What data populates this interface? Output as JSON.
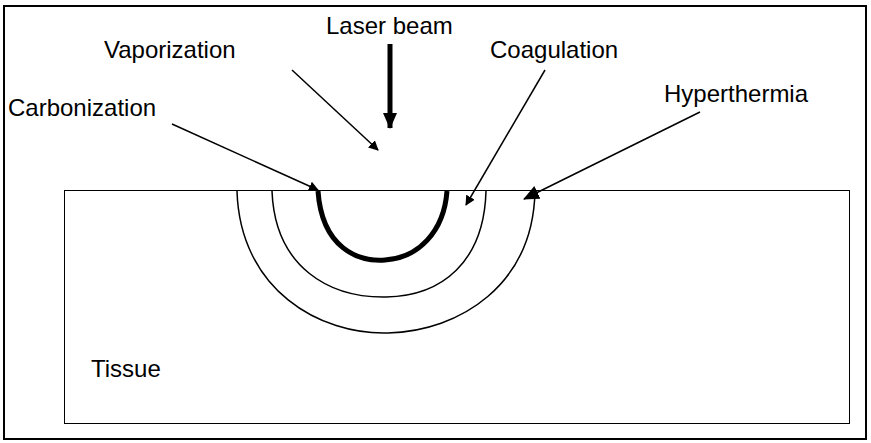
{
  "diagram": {
    "nodes": [
      {
        "text": [
          "Tissue"
        ]
      }
    ],
    "labels": [
      "Laser beam",
      "Vaporization",
      "Coagulation",
      "Carbonization",
      "Hyperthermia"
    ]
  }
}
